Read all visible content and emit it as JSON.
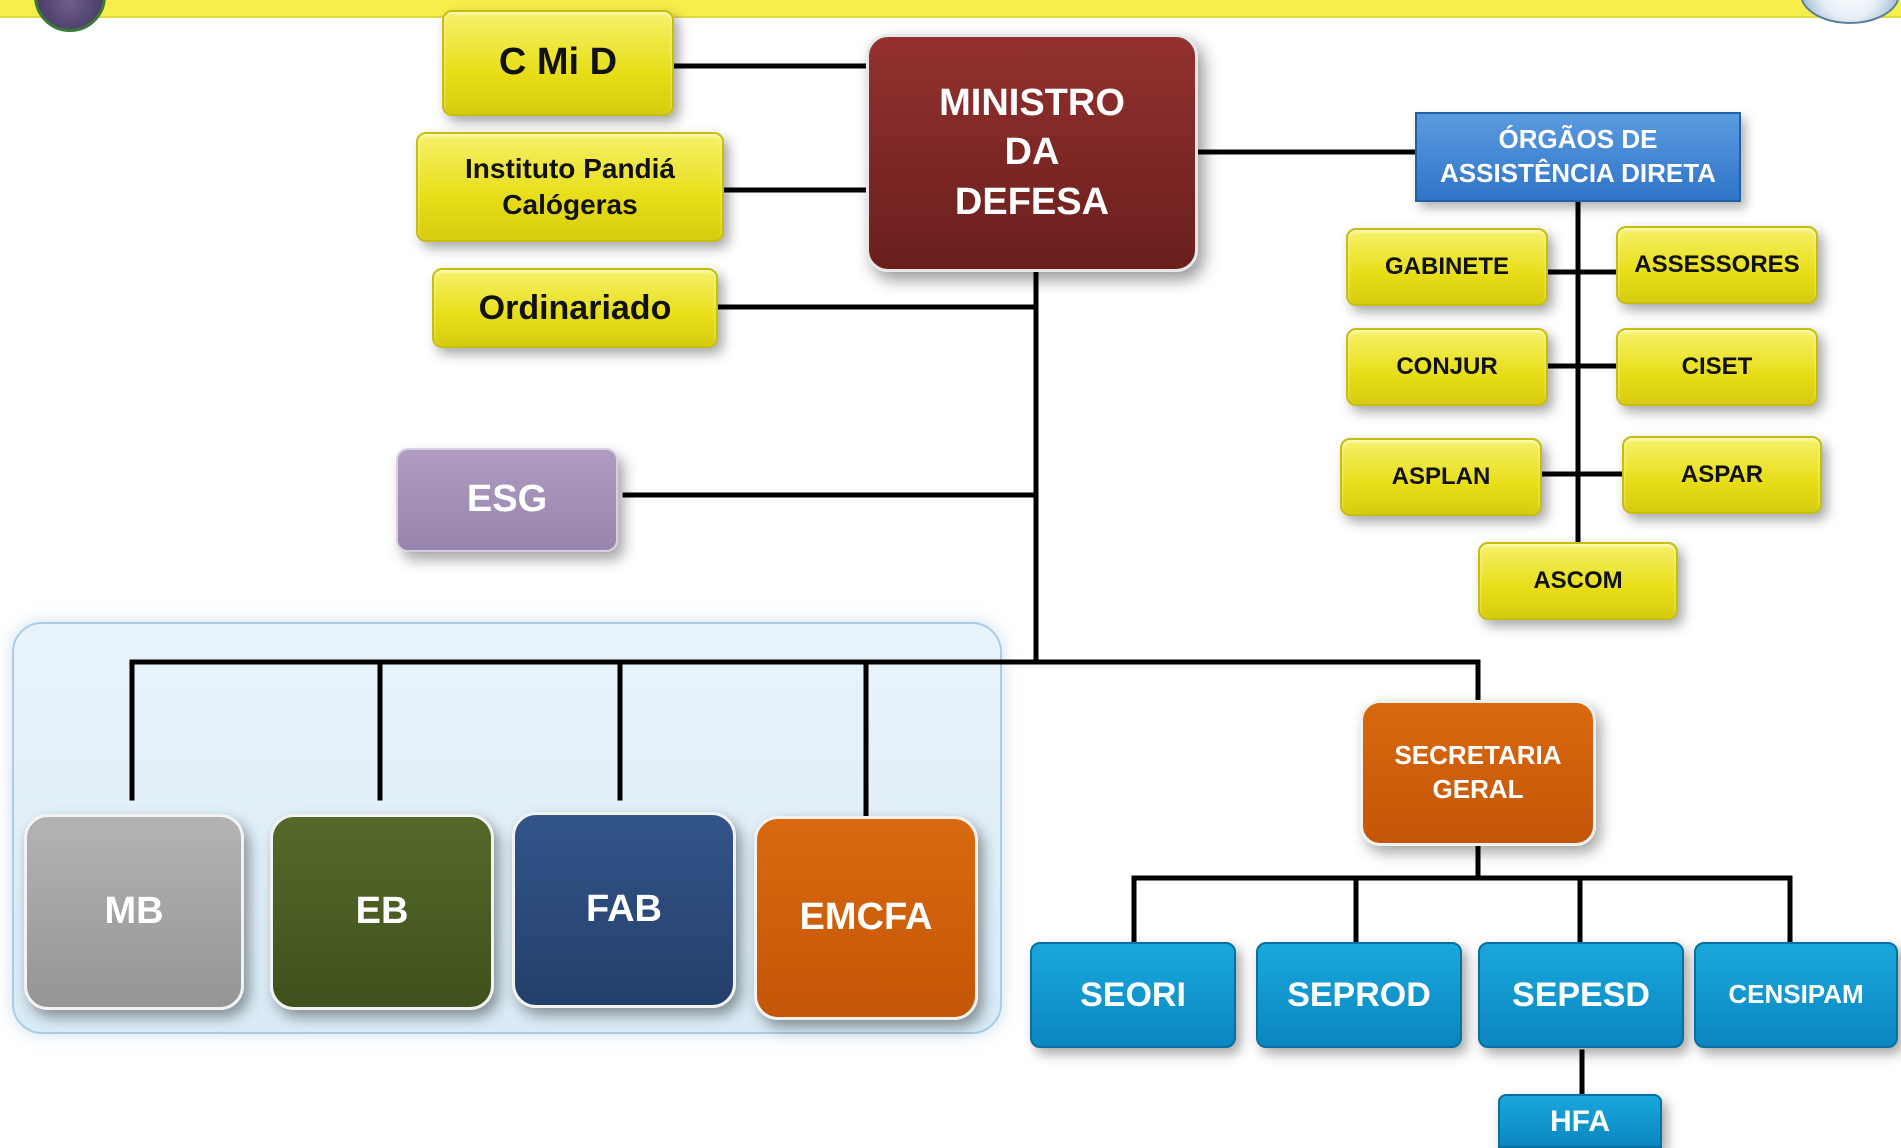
{
  "top_left": {
    "cmid": "C Mi D",
    "instituto": "Instituto Pandiá\nCalógeras",
    "ordinariado": "Ordinariado"
  },
  "minister": "MINISTRO\nDA\nDEFESA",
  "orgaos": {
    "title": "ÓRGÃOS DE\nASSISTÊNCIA DIRETA",
    "units": {
      "gabinete": "GABINETE",
      "assessores": "ASSESSORES",
      "conjur": "CONJUR",
      "ciset": "CISET",
      "asplan": "ASPLAN",
      "aspar": "ASPAR",
      "ascom": "ASCOM"
    }
  },
  "esg": "ESG",
  "forces": {
    "mb": "MB",
    "eb": "EB",
    "fab": "FAB",
    "emcfa": "EMCFA"
  },
  "secretaria": {
    "label": "SECRETARIA\nGERAL",
    "units": {
      "seori": "SEORI",
      "seprod": "SEPROD",
      "sepesd": "SEPESD",
      "censipam": "CENSIPAM"
    },
    "hfa": "HFA"
  },
  "colors": {
    "yellow": "#e7de17",
    "minister": "#7a2624",
    "orgaos": "#2f74c8",
    "esg": "#9785ad",
    "mb": "#a0a0a0",
    "eb": "#4a5e23",
    "fab": "#2a4a7a",
    "orange": "#c85a08",
    "cyan": "#0f95cf",
    "panel": "#dcecf7"
  }
}
